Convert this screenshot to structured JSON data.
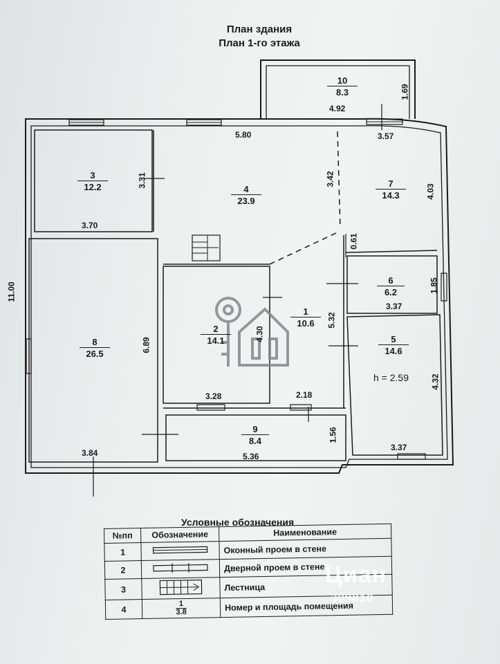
{
  "header": {
    "title": "План здания",
    "subtitle": "План 1-го этажа"
  },
  "dimensions": {
    "overall_height": "11.00",
    "d_3_31": "3.31",
    "d_5_80": "5.80",
    "d_3_42": "3.42",
    "d_3_57": "3.57",
    "d_4_03": "4.03",
    "d_1_69": "1.69",
    "d_4_92": "4.92",
    "d_3_70": "3.70",
    "d_0_61": "0.61",
    "d_1_85": "1.85",
    "d_3_37a": "3.37",
    "d_6_89": "6.89",
    "d_4_30": "4.30",
    "d_5_32": "5.32",
    "d_4_32": "4.32",
    "d_3_28": "3.28",
    "d_2_18": "2.18",
    "d_1_56": "1.56",
    "d_3_84": "3.84",
    "d_5_36": "5.36",
    "d_3_37b": "3.37",
    "ceiling": "h = 2.59"
  },
  "rooms": [
    {
      "num": "10",
      "area": "8.3"
    },
    {
      "num": "3",
      "area": "12.2"
    },
    {
      "num": "4",
      "area": "23.9"
    },
    {
      "num": "7",
      "area": "14.3"
    },
    {
      "num": "6",
      "area": "6.2"
    },
    {
      "num": "1",
      "area": "10.6"
    },
    {
      "num": "2",
      "area": "14.1"
    },
    {
      "num": "5",
      "area": "14.6"
    },
    {
      "num": "8",
      "area": "26.5"
    },
    {
      "num": "9",
      "area": "8.4"
    }
  ],
  "legend": {
    "title": "Условные обозначения",
    "headers": [
      "№пп",
      "Обозначение",
      "Наименование"
    ],
    "rows": [
      {
        "n": "1",
        "name": "Оконный проем в стене"
      },
      {
        "n": "2",
        "name": "Дверной проем в стене"
      },
      {
        "n": "3",
        "name": "Лестница"
      },
      {
        "n": "4",
        "name": "Номер и площадь помещения",
        "sym_top": "1",
        "sym_bottom": "3.8"
      }
    ]
  },
  "watermark": {
    "brand": "Циан",
    "code": "309810"
  },
  "icons": {
    "logo": "house-key-logo-icon"
  }
}
